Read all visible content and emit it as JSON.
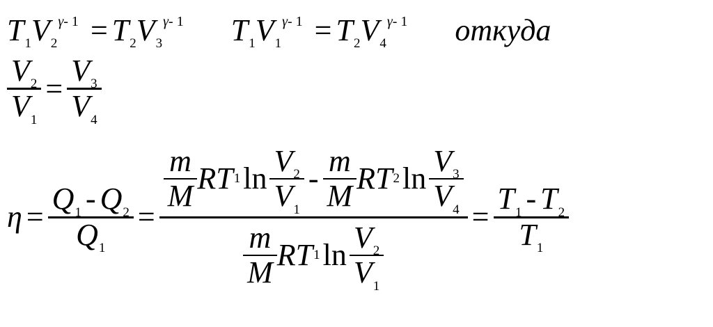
{
  "eq1": {
    "lhs_T": "T",
    "lhs_T_sub": "1",
    "lhs_V": "V",
    "lhs_V_sub": "2",
    "exp_gamma": "γ",
    "exp_rest": "- 1",
    "eq": "=",
    "rhs_T": "T",
    "rhs_T_sub": "2",
    "rhs_V": "V",
    "rhs_V_sub": "3"
  },
  "eq2": {
    "lhs_T": "T",
    "lhs_T_sub": "1",
    "lhs_V": "V",
    "lhs_V_sub": "1",
    "exp_gamma": "γ",
    "exp_rest": "- 1",
    "eq": "=",
    "rhs_T": "T",
    "rhs_T_sub": "2",
    "rhs_V": "V",
    "rhs_V_sub": "4"
  },
  "word_otkuda": "откуда",
  "ratio": {
    "V": "V",
    "num_left_sub": "2",
    "den_left_sub": "1",
    "eq": "=",
    "num_right_sub": "3",
    "den_right_sub": "4"
  },
  "efficiency": {
    "eta": "η",
    "eq": "=",
    "Q": "Q",
    "q1": "1",
    "q2": "2",
    "minus": "-",
    "m": "m",
    "M": "M",
    "R": "R",
    "T": "T",
    "t1": "1",
    "t2": "2",
    "ln": "ln",
    "V": "V",
    "v1": "1",
    "v2": "2",
    "v3": "3",
    "v4": "4"
  }
}
